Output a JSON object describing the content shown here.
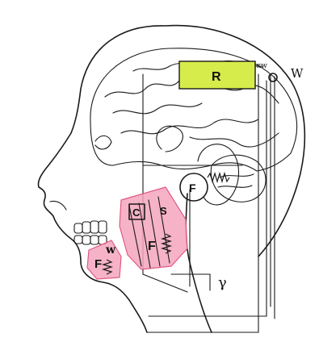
{
  "labels": {
    "r": "R",
    "c": "C",
    "s": "S",
    "f_ear": "F",
    "f_muscle": "F",
    "f_jaw": "F",
    "w": "w",
    "gamma": "γ",
    "xw": "xw",
    "top_w": "W"
  },
  "colors": {
    "r_box": "#d6ec4a",
    "muscle_fill": "#f4a6be",
    "muscle_stroke": "#e05a85",
    "ink": "#1a1a1a"
  }
}
